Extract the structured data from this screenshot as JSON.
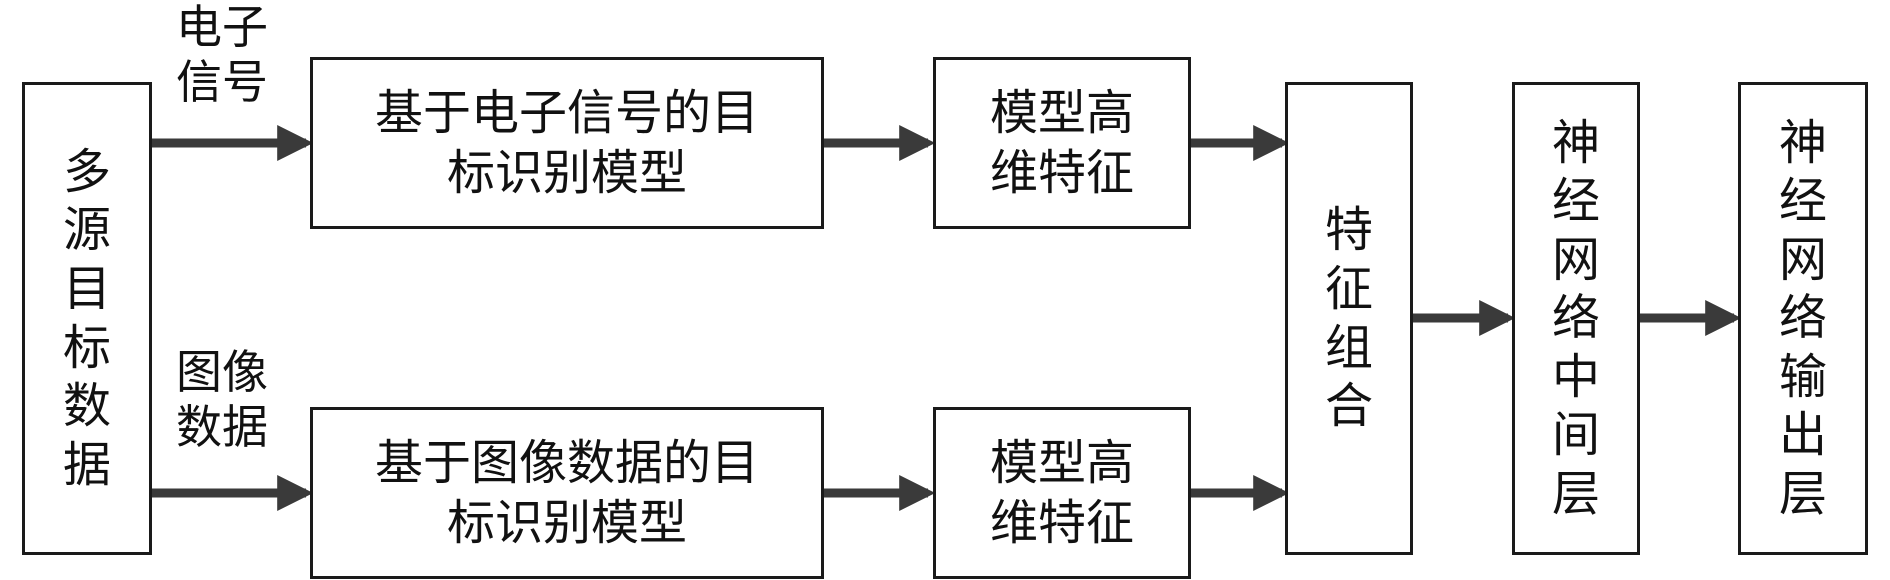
{
  "nodes": {
    "source": "多源目标数据",
    "model_signal": "基于电子信号的目标识别模型",
    "model_image": "基于图像数据的目标识别模型",
    "feat_top": "模型高维特征",
    "feat_bottom": "模型高维特征",
    "combine": "特征组合",
    "hidden": "神经网络中间层",
    "output": "神经网络输出层"
  },
  "edge_labels": {
    "signal": "电子信号",
    "image": "图像数据"
  },
  "colors": {
    "box_border": "#1a1a1a",
    "arrow": "#3a3a3a",
    "text": "#111111"
  }
}
